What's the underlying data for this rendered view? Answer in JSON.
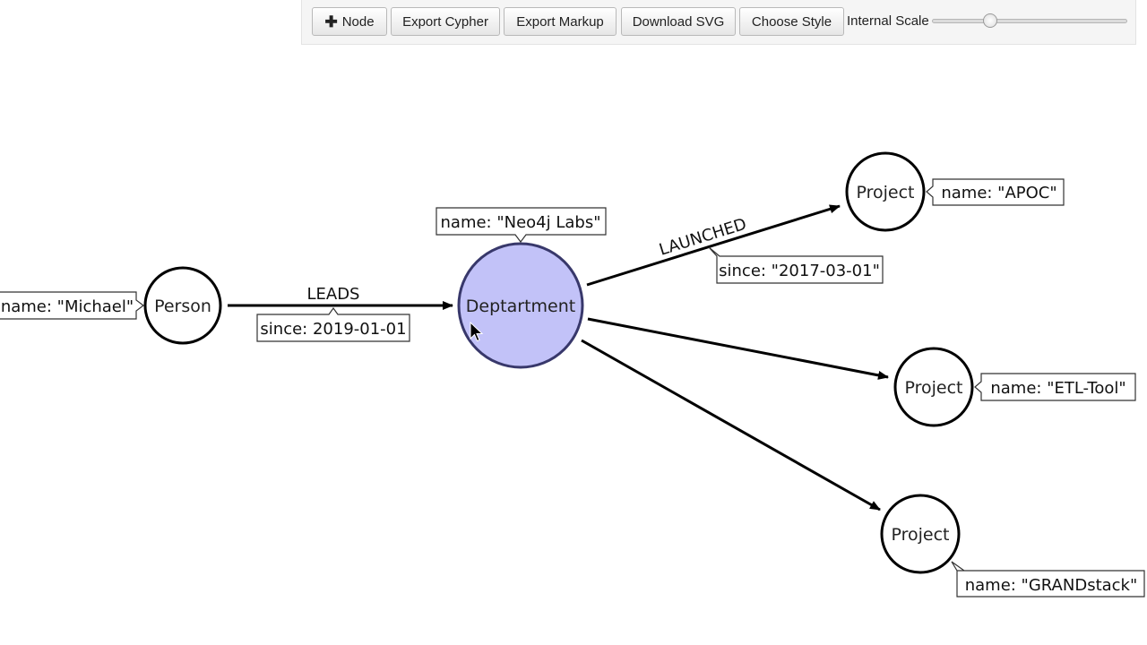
{
  "toolbar": {
    "add_node_label": "Node",
    "export_cypher_label": "Export Cypher",
    "export_markup_label": "Export Markup",
    "download_svg_label": "Download SVG",
    "choose_style_label": "Choose Style",
    "internal_scale_label": "Internal Scale",
    "internal_scale_value": 0.28
  },
  "graph": {
    "nodes": [
      {
        "caption": "Person",
        "property": "name: \"Michael\""
      },
      {
        "caption": "Deptartment",
        "property": "name: \"Neo4j Labs\"",
        "color": "#c2c2f8",
        "stroke": "#38386b",
        "caption_color": "#5b5b97"
      },
      {
        "caption": "Project",
        "property": "name: \"APOC\""
      },
      {
        "caption": "Project",
        "property": "name: \"ETL-Tool\""
      },
      {
        "caption": "Project",
        "property": "name: \"GRANDstack\""
      }
    ],
    "relationships": [
      {
        "type": "LEADS",
        "property": "since: 2019-01-01"
      },
      {
        "type": "LAUNCHED",
        "property": "since: \"2017-03-01\""
      },
      {
        "type": "",
        "property": ""
      },
      {
        "type": "",
        "property": ""
      }
    ]
  },
  "colors": {
    "node_fill": "#ffffff",
    "node_stroke": "#000000",
    "selected_fill": "#c2c2f8",
    "selected_stroke": "#38386b",
    "toolbar_bg": "#f5f5f5"
  },
  "icons": {
    "add_node": "plus-icon",
    "cursor": "mouse-pointer-icon"
  }
}
